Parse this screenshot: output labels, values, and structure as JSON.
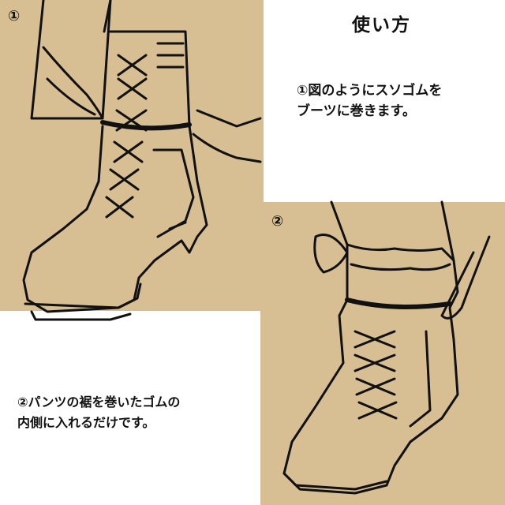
{
  "title": "使い方",
  "step1": {
    "marker": "①",
    "text_line1": "①図のようにスソゴムを",
    "text_line2": "ブーツに巻きます。"
  },
  "step2": {
    "marker": "②",
    "text_line1": "②パンツの裾を巻いたゴムの",
    "text_line2": "内側に入れるだけです。"
  },
  "colors": {
    "kraft": "#d8bf93",
    "panel": "#ffffff",
    "ink": "#111111"
  }
}
